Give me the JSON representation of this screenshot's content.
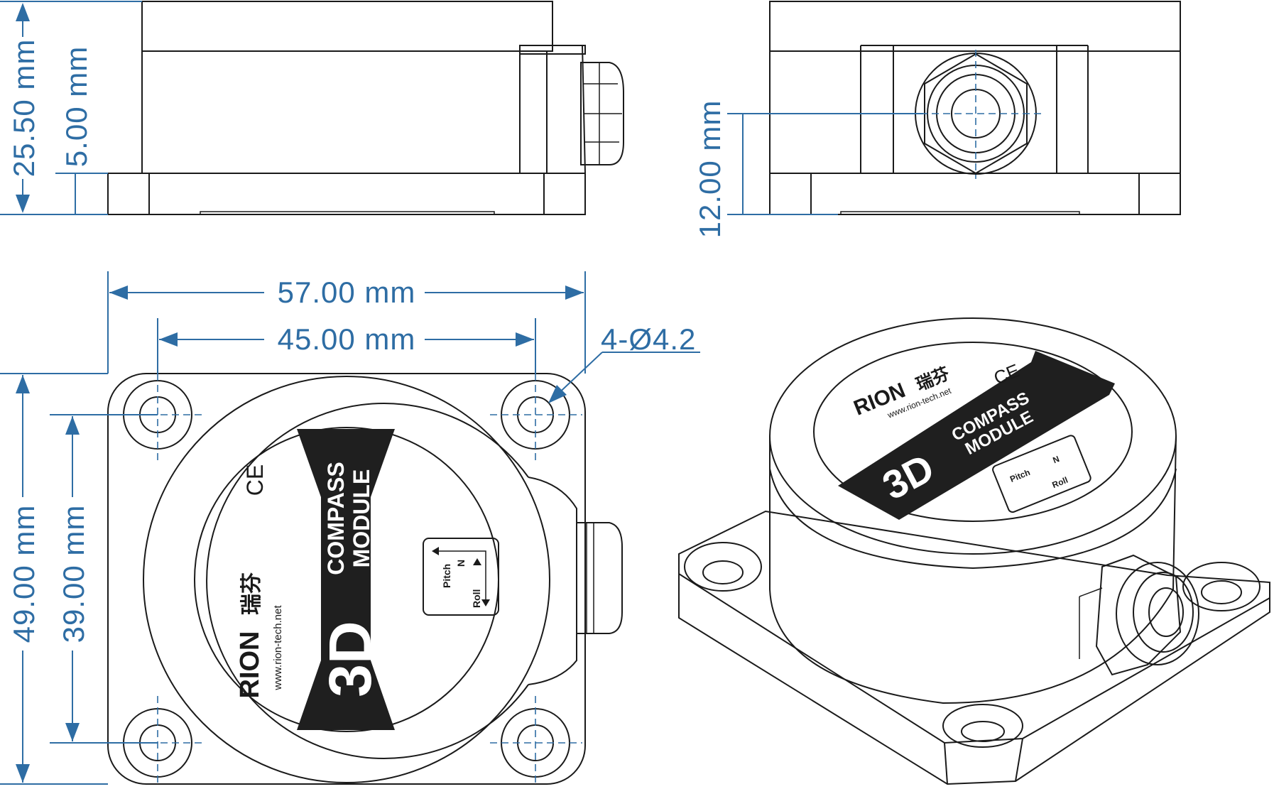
{
  "dimensions": {
    "height_total": "25.50 mm",
    "base_thickness": "5.00 mm",
    "connector_height": "12.00 mm",
    "width_total": "57.00 mm",
    "hole_pitch_x": "45.00 mm",
    "holes": "4-Ø4.2",
    "depth_total": "49.00 mm",
    "hole_pitch_y": "39.00 mm"
  },
  "label": {
    "brand": "RION",
    "brand_cn": "瑞芬",
    "website": "www.rion-tech.net",
    "cert": "CE",
    "product_big": "3D",
    "product_line1": "COMPASS",
    "product_line2": "MODULE",
    "axis_north": "N",
    "axis_pitch": "Pitch",
    "axis_roll": "Roll"
  },
  "colors": {
    "dimension": "#2e6da4",
    "outline": "#1a1a1a",
    "band": "#1f1f1f"
  }
}
